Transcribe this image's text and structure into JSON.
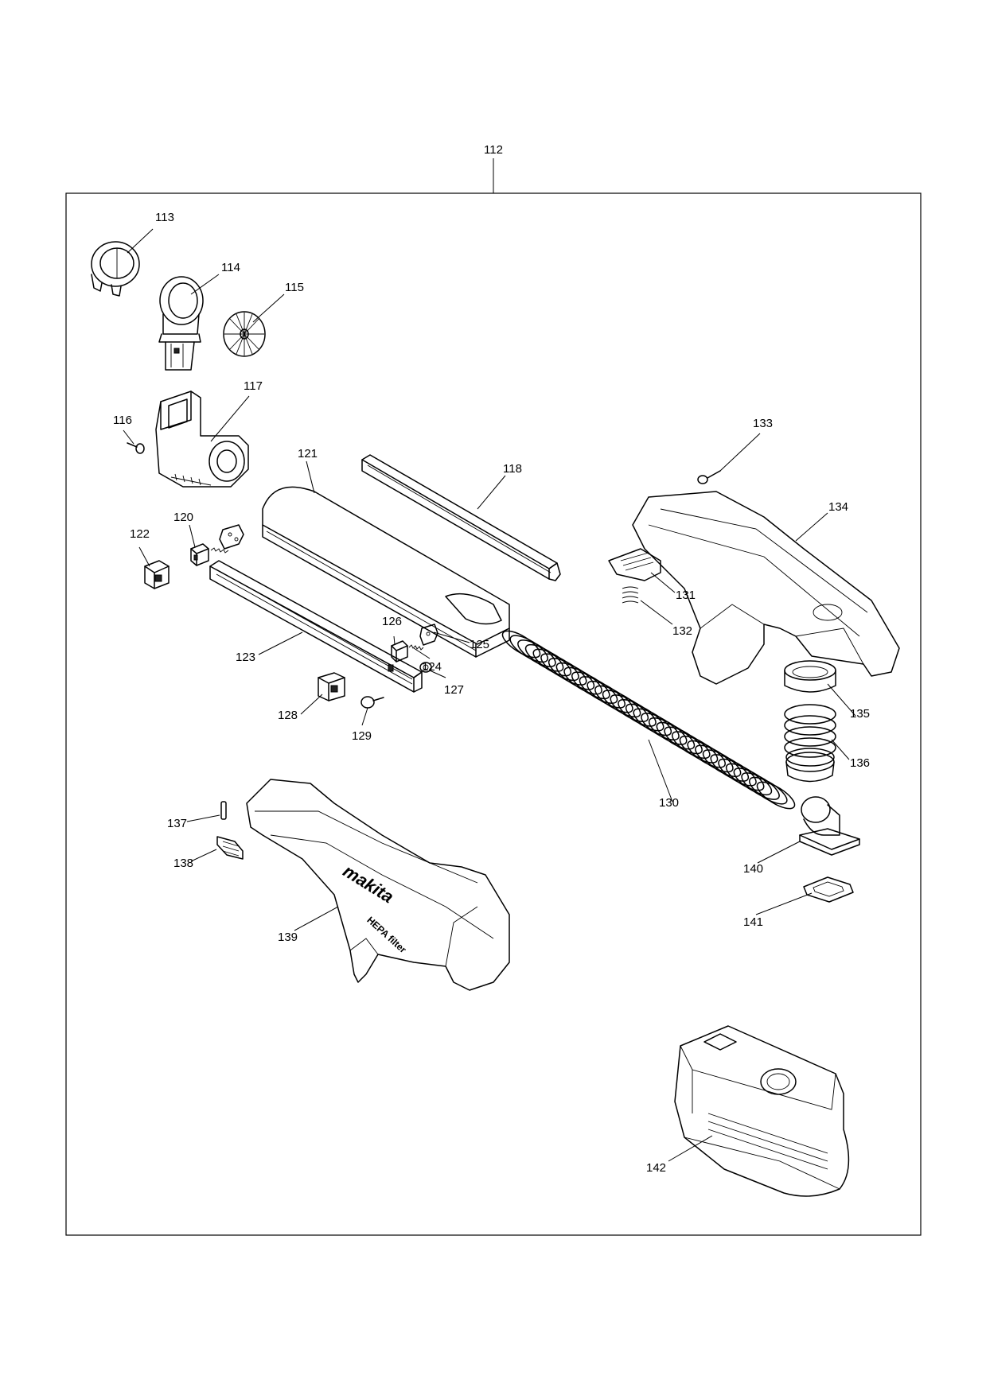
{
  "assembly_label": "112",
  "parts": [
    {
      "id": "113",
      "label": "113"
    },
    {
      "id": "114",
      "label": "114"
    },
    {
      "id": "115",
      "label": "115"
    },
    {
      "id": "116",
      "label": "116"
    },
    {
      "id": "117",
      "label": "117"
    },
    {
      "id": "118",
      "label": "118"
    },
    {
      "id": "120",
      "label": "120"
    },
    {
      "id": "121",
      "label": "121"
    },
    {
      "id": "122",
      "label": "122"
    },
    {
      "id": "123",
      "label": "123"
    },
    {
      "id": "124",
      "label": "124"
    },
    {
      "id": "125",
      "label": "125"
    },
    {
      "id": "126",
      "label": "126"
    },
    {
      "id": "127",
      "label": "127"
    },
    {
      "id": "128",
      "label": "128"
    },
    {
      "id": "129",
      "label": "129"
    },
    {
      "id": "130",
      "label": "130"
    },
    {
      "id": "131",
      "label": "131"
    },
    {
      "id": "132",
      "label": "132"
    },
    {
      "id": "133",
      "label": "133"
    },
    {
      "id": "134",
      "label": "134"
    },
    {
      "id": "135",
      "label": "135"
    },
    {
      "id": "136",
      "label": "136"
    },
    {
      "id": "137",
      "label": "137"
    },
    {
      "id": "138",
      "label": "138"
    },
    {
      "id": "139",
      "label": "139"
    },
    {
      "id": "140",
      "label": "140"
    },
    {
      "id": "141",
      "label": "141"
    },
    {
      "id": "142",
      "label": "142"
    }
  ],
  "brand_text": "makita",
  "filter_text": "HEPA filter"
}
